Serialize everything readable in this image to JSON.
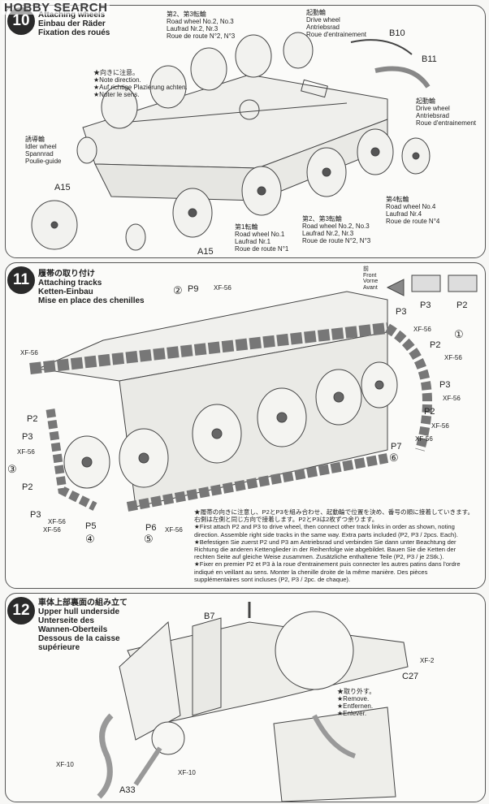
{
  "watermark": "HOBBY SEARCH",
  "step10": {
    "number": "10",
    "title": [
      "Attaching wheels",
      "Einbau der Räder",
      "Fixation des roués"
    ],
    "note": [
      "★向きに注意。",
      "★Note direction.",
      "★Auf richtige Plazierung achten.",
      "★Noter le sens."
    ],
    "road23_top": [
      "第2、第3転輪",
      "Road wheel No.2, No.3",
      "Laufrad Nr.2, Nr.3",
      "Roue de route N°2, N°3"
    ],
    "drive_top": [
      "起動輪",
      "Drive wheel",
      "Antriebsrad",
      "Roue d'entrainement"
    ],
    "idler": [
      "誘導輪",
      "Idler wheel",
      "Spannrad",
      "Poulie-guide"
    ],
    "drive_right": [
      "起動輪",
      "Drive wheel",
      "Antriebsrad",
      "Roue d'entrainement"
    ],
    "road4": [
      "第4転輪",
      "Road wheel No.4",
      "Laufrad Nr.4",
      "Roue de route N°4"
    ],
    "road23_bottom": [
      "第2、第3転輪",
      "Road wheel No.2, No.3",
      "Laufrad Nr.2, Nr.3",
      "Roue de route N°2, N°3"
    ],
    "road1": [
      "第1転輪",
      "Road wheel No.1",
      "Laufrad Nr.1",
      "Roue de route N°1"
    ],
    "parts": {
      "b10": "B10",
      "b11": "B11",
      "a15a": "A15",
      "a15b": "A15"
    }
  },
  "step11": {
    "number": "11",
    "title": [
      "履帯の取り付け",
      "Attaching tracks",
      "Ketten-Einbau",
      "Mise en place des chenilles"
    ],
    "front": [
      "前",
      "Front",
      "Vorne",
      "Avant"
    ],
    "tiles": {
      "p3": "P3",
      "p2": "P2"
    },
    "circled": {
      "c1": "①",
      "c2": "②",
      "c3": "③",
      "c4": "④",
      "c5": "⑤",
      "c6": "⑥"
    },
    "parts": {
      "p9": "P9",
      "p3a": "P3",
      "p2a": "P2",
      "p3b": "P3",
      "p2b": "P2",
      "p2c": "P2",
      "p3c": "P3",
      "p2d": "P2",
      "p3d": "P3",
      "p5": "P5",
      "p6": "P6",
      "p7": "P7"
    },
    "xf": "XF-56",
    "instructions": [
      "★履帯の向きに注意し、P2とP3を組み合わせ、起動輪で位置を決め、番号の順に接着していきます。",
      "右側は左側と同じ方向で接着します。P2とP3は2枚ずつ余ります。",
      "★First attach P2 and P3 to drive wheel, then connect other track links in order as shown, noting",
      "direction. Assemble right side tracks in the same way. Extra parts included (P2, P3 / 2pcs. Each).",
      "★Befestigen Sie zuerst P2 und P3 am Antriebsrad und verbinden Sie dann unter Beachtung der",
      "Richtung die anderen Kettenglieder in der Reihenfolge wie abgebildet. Bauen Sie die Ketten der",
      "rechten Seite auf gleiche Weise zusammen. Zusätzliche enthaltene Teile (P2, P3 / je 2Stk.).",
      "★Fixer en premier P2 et P3 à la roue d'entrainement puis connecter les autres patins dans l'ordre",
      "indiqué en veillant au sens. Monter la chenille droite de la même manière. Des pièces",
      "supplémentaires sont incluses (P2, P3 / 2pc. de chaque)."
    ]
  },
  "step12": {
    "number": "12",
    "title": [
      "車体上部裏面の組み立て",
      "Upper hull underside",
      "Unterseite des",
      "Wannen-Oberteils",
      "Dessous de la caisse",
      "supérieure"
    ],
    "remove": [
      "★取り外す。",
      "★Remove.",
      "★Entfernen.",
      "★Enlever."
    ],
    "parts": {
      "b7": "B7",
      "c27": "C27",
      "a33": "A33"
    },
    "xf2": "XF-2",
    "xf10a": "XF-10",
    "xf10b": "XF-10"
  }
}
